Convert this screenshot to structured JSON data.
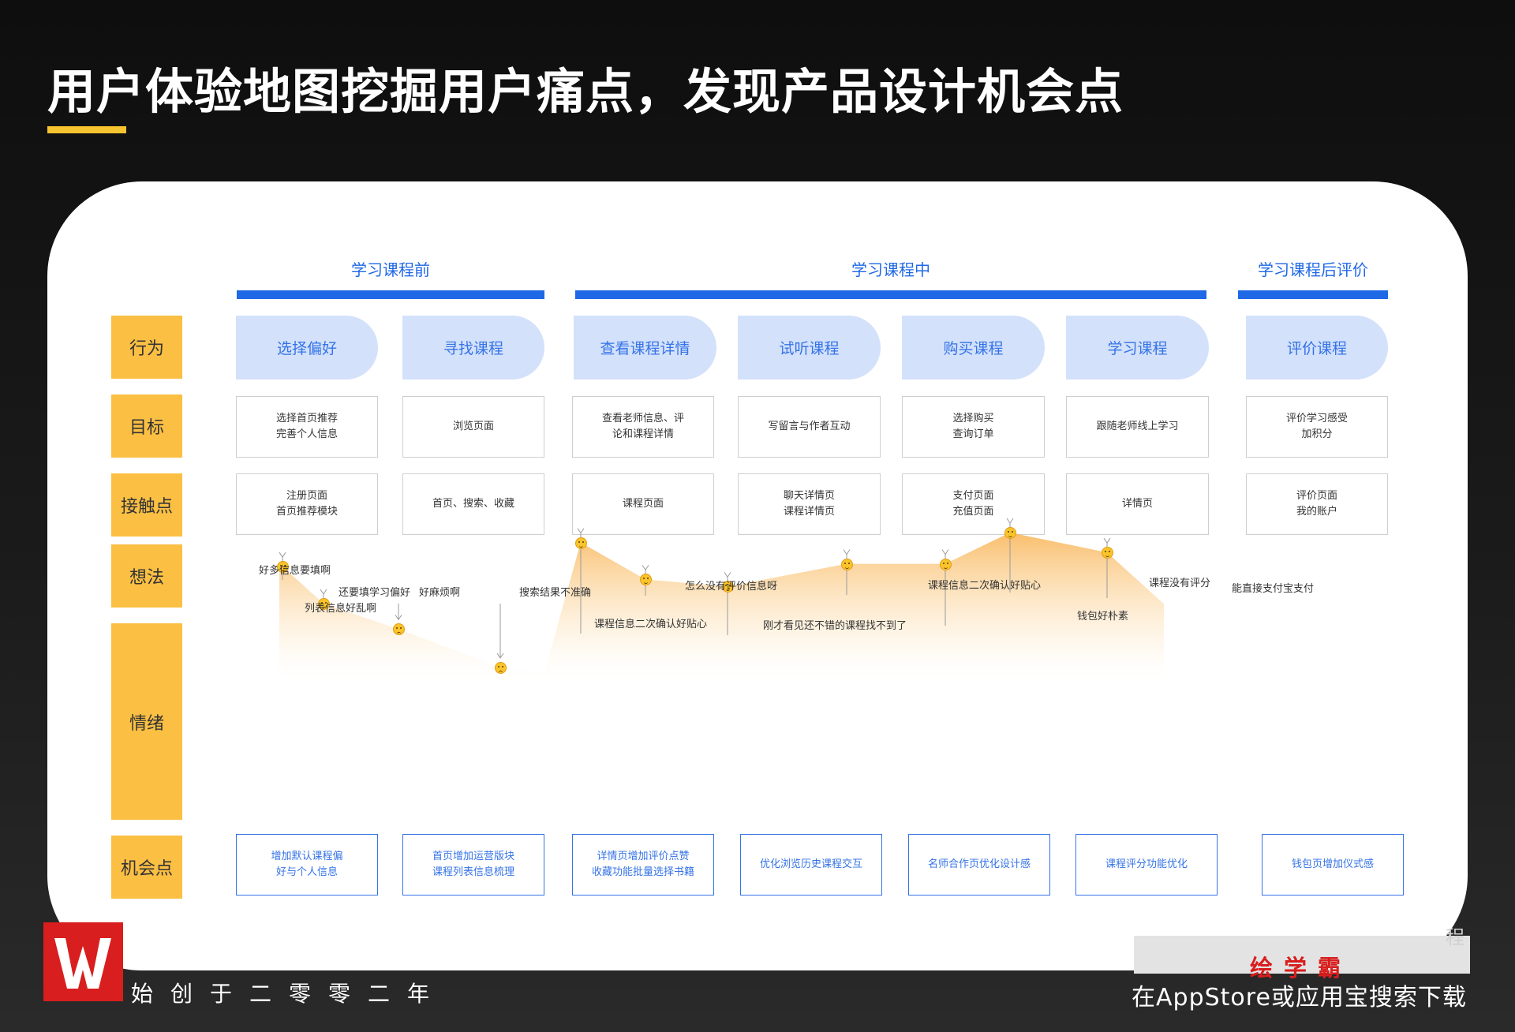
{
  "page": {
    "title": "用户体验地图挖掘用户痛点，发现产品设计机会点"
  },
  "stages": [
    "学习课程前",
    "学习课程中",
    "学习课程后评价"
  ],
  "row_labels": {
    "behavior": "行为",
    "goal": "目标",
    "touchpoint": "接触点",
    "thoughts": "想法",
    "emotion": "情绪",
    "opportunity": "机会点"
  },
  "behaviors": [
    "选择偏好",
    "寻找课程",
    "查看课程详情",
    "试听课程",
    "购买课程",
    "学习课程",
    "评价课程"
  ],
  "goals": [
    "选择首页推荐\n完善个人信息",
    "浏览页面",
    "查看老师信息、评\n论和课程详情",
    "写留言与作者互动",
    "选择购买\n查询订单",
    "跟随老师线上学习",
    "评价学习感受\n加积分"
  ],
  "touchpoints": [
    "注册页面\n首页推荐模块",
    "首页、搜索、收藏",
    "课程页面",
    "聊天详情页\n课程详情页",
    "支付页面\n充值页面",
    "详情页",
    "评价页面\n我的账户"
  ],
  "thoughts": [
    "好多信息要填啊",
    "还要填学习偏好",
    "列表信息好乱啊",
    "好麻烦啊",
    "搜索结果不准确",
    "课程信息二次确认好贴心",
    "怎么没有评价信息呀",
    "刚才看见还不错的课程找不到了",
    "课程信息二次确认好贴心",
    "钱包好朴素",
    "课程没有评分",
    "能直接支付宝支付"
  ],
  "emotion_levels": [
    0.76,
    0.5,
    0.32,
    0.05,
    0.93,
    0.67,
    0.62,
    0.78,
    0.78,
    1.0,
    0.86,
    0.72
  ],
  "opportunities": [
    "增加默认课程偏\n好与个人信息",
    "首页增加运营版块\n课程列表信息梳理",
    "详情页增加评价点赞\n收藏功能批量选择书籍",
    "优化浏览历史课程交互",
    "名师合作页优化设计感",
    "课程评分功能优化",
    "钱包页增加仪式感"
  ],
  "colors": {
    "accent_blue": "#1f68e6",
    "pill_bg": "#d3e1fb",
    "label_yellow": "#fbbf43",
    "curve_orange": "#f7a83a",
    "brand_red": "#d81e1e"
  },
  "footer": {
    "slogan": "始创于二零零二年",
    "brand": "绘学霸",
    "side_char": "程",
    "cta": "在AppStore或应用宝搜索下载"
  }
}
